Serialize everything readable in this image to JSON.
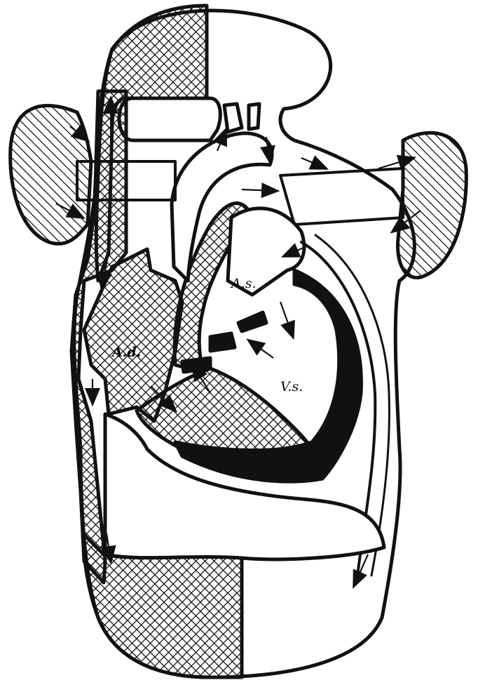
{
  "labels": {
    "atrium_sinistrum": "A.s.",
    "ventriculus_sinister": "V.s.",
    "atrium_dextrum": "A.d."
  },
  "colors": {
    "ink": "#111111",
    "paper": "#ffffff"
  }
}
